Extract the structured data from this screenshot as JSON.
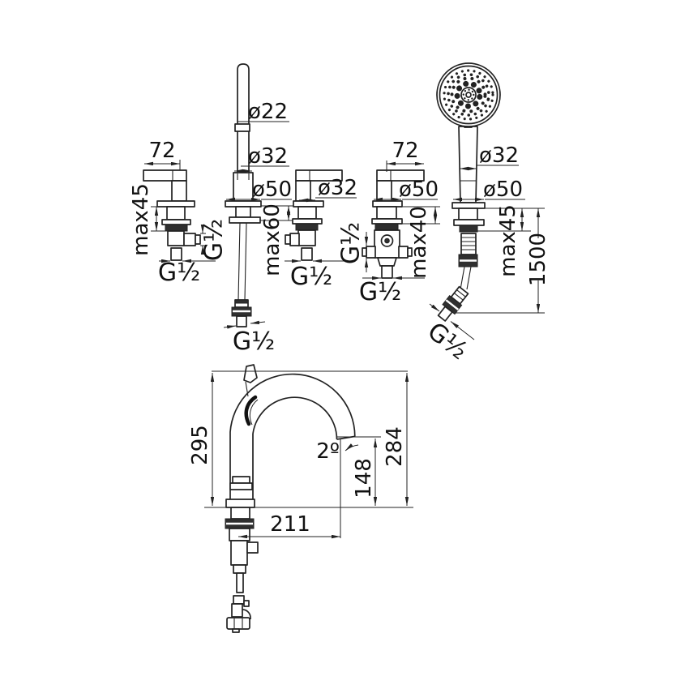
{
  "page": {
    "background": "#ffffff",
    "line_color": "#222222"
  },
  "labels": {
    "valve_left": {
      "width": "72",
      "max_deck": "max45",
      "side_outlet": "G½",
      "bottom_outlet": "G½"
    },
    "shower_column": {
      "rod_diameter": "ø22",
      "body_diameter": "ø32",
      "base_diameter": "ø50",
      "max_deck": "max60",
      "hose_outlet": "G½"
    },
    "valve_middle": {
      "body_diameter": "ø32",
      "bottom_outlet": "G½"
    },
    "diverter": {
      "width": "72",
      "base_diameter": "ø50",
      "side_outlet": "G½",
      "max_deck": "max40",
      "bottom_outlet": "G½"
    },
    "handshower": {
      "handle_diameter": "ø32",
      "base_diameter": "ø50",
      "max_deck": "max45",
      "hose_length": "1500",
      "hose_outlet": "G½"
    },
    "spout": {
      "height_to_deck": "295",
      "outlet_angle": "2º",
      "outlet_height": "148",
      "total_height": "284",
      "reach": "211"
    }
  }
}
